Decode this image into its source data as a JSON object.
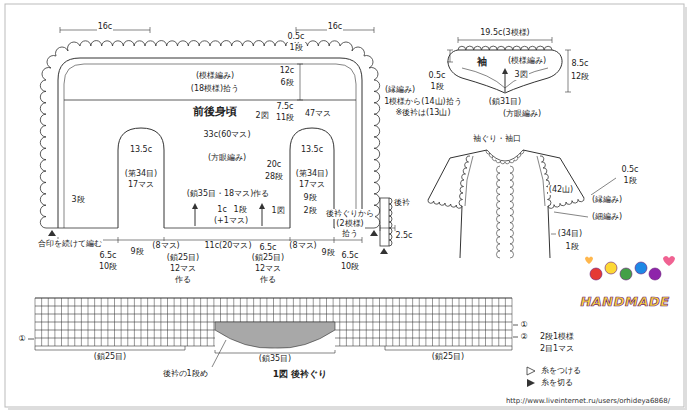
{
  "diagram": {
    "nodes": [
      {
        "text": [
          "前後身頃"
        ]
      },
      {
        "text": [
          "袖"
        ]
      },
      {
        "text": [
          "1図 後衿ぐり"
        ]
      }
    ],
    "labels": [
      "16c",
      "16c",
      "0.5c",
      "1段",
      "(模様編み)",
      "12c",
      "6段",
      "(18模様)拾う",
      "(縁編み)",
      "1模様から(14山)拾う",
      "※後衿は(13山)",
      "2図",
      "7.5c",
      "11段",
      "47マス",
      "33c(60マス)",
      "13.5c",
      "(方眼編み)",
      "(第34目)",
      "17マス",
      "20c",
      "28段",
      "13.5c",
      "(第34目)",
      "17マス",
      "3段",
      "(鎖35目・18マス)作る",
      "1図",
      "1c",
      "1段",
      "(+1マス)",
      "合印を続けて編む",
      "6.5c",
      "10段",
      "9段",
      "(8マス)",
      "(鎖25目)",
      "12マス",
      "作る",
      "11c(20マス)",
      "6.5c",
      "(鎖25目)",
      "12マス",
      "作る",
      "(8マス)",
      "9段",
      "9段",
      "2段",
      "後衿ぐりから",
      "(2模様)",
      "拾う",
      "後衿",
      "2.5c",
      "6.5c",
      "10段",
      "19.5c(3模様)",
      "(模様編み)",
      "3図",
      "8.5c",
      "12段",
      "0.5c",
      "1段",
      "(鎖31目)",
      "(方眼編み)",
      "袖ぐり・袖口",
      "0.5c",
      "1段",
      "(42山)",
      "(縁編み)",
      "(細編み)",
      "(34目)",
      "1段",
      "①",
      "①",
      "②",
      "2段1模様",
      "2目1マス",
      "(鎖25目)",
      "(鎖35目)",
      "(鎖25目)",
      "後衿の1段め",
      "HANDMADE",
      "http://www.liveinternet.ru/users/orhideya6868/"
    ],
    "legend": [
      {
        "text": "糸をつける"
      },
      {
        "text": "糸を切る"
      }
    ]
  }
}
